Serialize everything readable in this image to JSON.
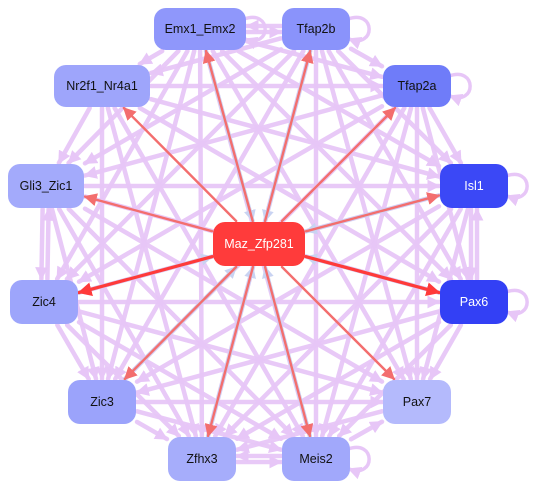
{
  "colors": {
    "edge_default": "#e7c6f7",
    "edge_hub_out": "#f36e6e",
    "edge_hub_strong": "#ff3a3a",
    "edge_hub_in": "#c9d3f2",
    "self_loop": "#e7c6f7"
  },
  "hub": "Maz_Zfp281",
  "nodes": [
    {
      "id": "Emx1_Emx2",
      "label": "Emx1_Emx2",
      "color": "#8f97fb"
    },
    {
      "id": "Tfap2b",
      "label": "Tfap2b",
      "color": "#8a93fb"
    },
    {
      "id": "Nr2f1_Nr4a1",
      "label": "Nr2f1_Nr4a1",
      "color": "#9ea5fb"
    },
    {
      "id": "Tfap2a",
      "label": "Tfap2a",
      "color": "#6f7cf9"
    },
    {
      "id": "Gli3_Zic1",
      "label": "Gli3_Zic1",
      "color": "#a3aafb"
    },
    {
      "id": "Isl1",
      "label": "Isl1",
      "color": "#3b48f6"
    },
    {
      "id": "Maz_Zfp281",
      "label": "Maz_Zfp281",
      "color": "#ff3b3b"
    },
    {
      "id": "Zic4",
      "label": "Zic4",
      "color": "#9da5fb"
    },
    {
      "id": "Pax6",
      "label": "Pax6",
      "color": "#3340f5"
    },
    {
      "id": "Zic3",
      "label": "Zic3",
      "color": "#9ba3fb"
    },
    {
      "id": "Pax7",
      "label": "Pax7",
      "color": "#b4bafc"
    },
    {
      "id": "Zfhx3",
      "label": "Zfhx3",
      "color": "#a6adfb"
    },
    {
      "id": "Meis2",
      "label": "Meis2",
      "color": "#a1a8fb"
    }
  ],
  "self_loops": [
    "Emx1_Emx2",
    "Tfap2b",
    "Tfap2a",
    "Isl1",
    "Pax6",
    "Meis2"
  ],
  "hub_out_edges": [
    {
      "to": "Emx1_Emx2",
      "strength": "normal"
    },
    {
      "to": "Tfap2b",
      "strength": "normal"
    },
    {
      "to": "Nr2f1_Nr4a1",
      "strength": "normal"
    },
    {
      "to": "Tfap2a",
      "strength": "normal"
    },
    {
      "to": "Gli3_Zic1",
      "strength": "normal"
    },
    {
      "to": "Isl1",
      "strength": "normal"
    },
    {
      "to": "Zic4",
      "strength": "strong"
    },
    {
      "to": "Pax6",
      "strength": "strong"
    },
    {
      "to": "Zic3",
      "strength": "normal"
    },
    {
      "to": "Pax7",
      "strength": "normal"
    },
    {
      "to": "Zfhx3",
      "strength": "normal"
    },
    {
      "to": "Meis2",
      "strength": "normal"
    }
  ],
  "edges": [
    [
      "Emx1_Emx2",
      "Tfap2b"
    ],
    [
      "Tfap2b",
      "Emx1_Emx2"
    ],
    [
      "Emx1_Emx2",
      "Nr2f1_Nr4a1"
    ],
    [
      "Emx1_Emx2",
      "Tfap2a"
    ],
    [
      "Emx1_Emx2",
      "Gli3_Zic1"
    ],
    [
      "Emx1_Emx2",
      "Isl1"
    ],
    [
      "Emx1_Emx2",
      "Zic4"
    ],
    [
      "Emx1_Emx2",
      "Pax6"
    ],
    [
      "Emx1_Emx2",
      "Zic3"
    ],
    [
      "Emx1_Emx2",
      "Pax7"
    ],
    [
      "Emx1_Emx2",
      "Zfhx3"
    ],
    [
      "Emx1_Emx2",
      "Meis2"
    ],
    [
      "Tfap2b",
      "Nr2f1_Nr4a1"
    ],
    [
      "Tfap2b",
      "Tfap2a"
    ],
    [
      "Tfap2b",
      "Gli3_Zic1"
    ],
    [
      "Tfap2b",
      "Isl1"
    ],
    [
      "Tfap2b",
      "Zic4"
    ],
    [
      "Tfap2b",
      "Pax6"
    ],
    [
      "Tfap2b",
      "Zic3"
    ],
    [
      "Tfap2b",
      "Pax7"
    ],
    [
      "Tfap2b",
      "Zfhx3"
    ],
    [
      "Tfap2b",
      "Meis2"
    ],
    [
      "Nr2f1_Nr4a1",
      "Gli3_Zic1"
    ],
    [
      "Nr2f1_Nr4a1",
      "Tfap2a"
    ],
    [
      "Nr2f1_Nr4a1",
      "Isl1"
    ],
    [
      "Nr2f1_Nr4a1",
      "Zic3"
    ],
    [
      "Nr2f1_Nr4a1",
      "Meis2"
    ],
    [
      "Nr2f1_Nr4a1",
      "Pax6"
    ],
    [
      "Nr2f1_Nr4a1",
      "Zfhx3"
    ],
    [
      "Tfap2a",
      "Isl1"
    ],
    [
      "Tfap2a",
      "Pax6"
    ],
    [
      "Tfap2a",
      "Gli3_Zic1"
    ],
    [
      "Tfap2a",
      "Zic4"
    ],
    [
      "Tfap2a",
      "Zic3"
    ],
    [
      "Tfap2a",
      "Pax7"
    ],
    [
      "Tfap2a",
      "Zfhx3"
    ],
    [
      "Tfap2a",
      "Meis2"
    ],
    [
      "Gli3_Zic1",
      "Zic4"
    ],
    [
      "Zic4",
      "Gli3_Zic1"
    ],
    [
      "Gli3_Zic1",
      "Isl1"
    ],
    [
      "Gli3_Zic1",
      "Pax6"
    ],
    [
      "Gli3_Zic1",
      "Zic3"
    ],
    [
      "Gli3_Zic1",
      "Pax7"
    ],
    [
      "Gli3_Zic1",
      "Zfhx3"
    ],
    [
      "Gli3_Zic1",
      "Meis2"
    ],
    [
      "Isl1",
      "Pax6"
    ],
    [
      "Pax6",
      "Isl1"
    ],
    [
      "Isl1",
      "Zic4"
    ],
    [
      "Isl1",
      "Zic3"
    ],
    [
      "Isl1",
      "Pax7"
    ],
    [
      "Isl1",
      "Zfhx3"
    ],
    [
      "Isl1",
      "Meis2"
    ],
    [
      "Zic4",
      "Pax6"
    ],
    [
      "Zic4",
      "Zic3"
    ],
    [
      "Zic4",
      "Pax7"
    ],
    [
      "Zic4",
      "Zfhx3"
    ],
    [
      "Zic4",
      "Meis2"
    ],
    [
      "Pax6",
      "Pax7"
    ],
    [
      "Pax6",
      "Zic3"
    ],
    [
      "Pax6",
      "Zfhx3"
    ],
    [
      "Pax6",
      "Meis2"
    ],
    [
      "Zic3",
      "Zfhx3"
    ],
    [
      "Zic3",
      "Meis2"
    ],
    [
      "Zic3",
      "Pax7"
    ],
    [
      "Meis2",
      "Zfhx3"
    ],
    [
      "Zfhx3",
      "Meis2"
    ],
    [
      "Meis2",
      "Pax7"
    ],
    [
      "Pax7",
      "Zfhx3"
    ],
    [
      "Zic3",
      "Maz_Zfp281"
    ],
    [
      "Zfhx3",
      "Maz_Zfp281"
    ],
    [
      "Meis2",
      "Maz_Zfp281"
    ],
    [
      "Tfap2b",
      "Maz_Zfp281"
    ],
    [
      "Emx1_Emx2",
      "Maz_Zfp281"
    ],
    [
      "Pax6",
      "Maz_Zfp281"
    ],
    [
      "Zic4",
      "Maz_Zfp281"
    ],
    [
      "Isl1",
      "Maz_Zfp281"
    ]
  ]
}
